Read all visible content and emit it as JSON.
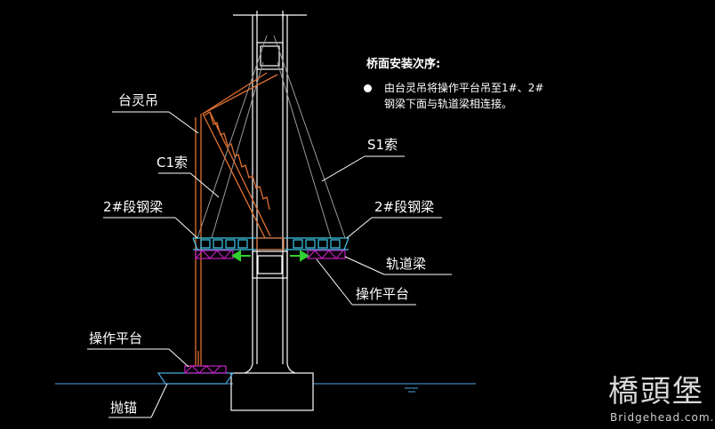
{
  "sequence": {
    "title": "桥面安装次序:",
    "step_line1": "由台灵吊将操作平台吊至1#、2#",
    "step_line2": "钢梁下面与轨道梁相连接。"
  },
  "labels": {
    "crane": "台灵吊",
    "c1_cable": "C1索",
    "s1_cable": "S1索",
    "girder_left": "2#段钢梁",
    "girder_right": "2#段钢梁",
    "track_beam": "轨道梁",
    "platform_deck": "操作平台",
    "platform_water": "操作平台",
    "anchor": "抛锚"
  },
  "watermark": {
    "logo_text": "橋頭堡",
    "site": "Bridgehead.com.cn"
  },
  "colors": {
    "background": "#000000",
    "structure": "#ffffff",
    "crane": "#e07030",
    "deck": "#40c8e8",
    "platform": "#c020c0",
    "arrow": "#30d030",
    "water": "#4aa8e0",
    "cable": "#b0b0b0"
  }
}
